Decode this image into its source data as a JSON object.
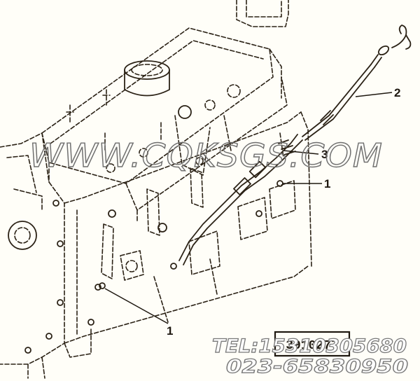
{
  "callouts": [
    {
      "id": "part-2-dipstick",
      "label": "2"
    },
    {
      "id": "part-3-tube",
      "label": "3"
    },
    {
      "id": "part-1-upper",
      "label": "1"
    },
    {
      "id": "part-1-lower",
      "label": "1"
    }
  ],
  "drawing_number": "3910277",
  "watermark": {
    "site": "WWW.CQKSGS.COM",
    "tel": "TEL:15310305680",
    "phone": "023-65830950"
  },
  "colors": {
    "line": "#2b2216",
    "watermark": "#6f6f6f",
    "paper": "#fffef8"
  }
}
